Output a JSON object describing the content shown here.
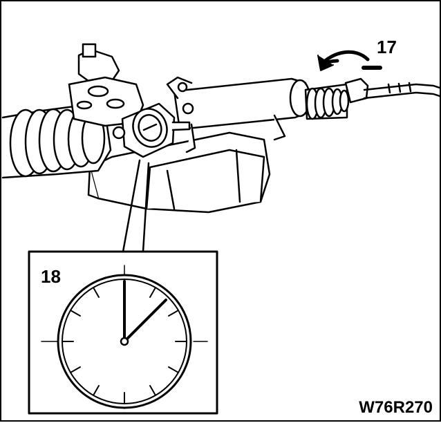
{
  "figure": {
    "callouts": {
      "step_17": "17",
      "step_18": "18"
    },
    "figure_code": "W76R270"
  },
  "icons": {
    "rotation_arrow": "curved-rotation-arrow-icon",
    "dial_gauge": "dial-indicator-gauge-icon"
  },
  "colors": {
    "line": "#000000",
    "fill": "#ffffff",
    "shade": "#f2f2f2"
  }
}
